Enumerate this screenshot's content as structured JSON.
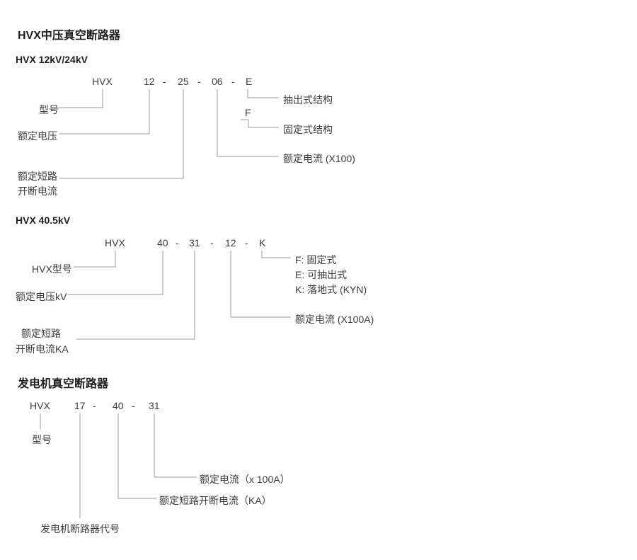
{
  "doc": {
    "title_mv": "HVX中压真空断路器",
    "title_generator": "发电机真空断路器"
  },
  "d1": {
    "heading": "HVX 12kV/24kV",
    "code": [
      "HVX",
      "12",
      "-",
      "25",
      "-",
      "06",
      "-",
      "E"
    ],
    "label_model": "型号",
    "label_voltage": "额定电压",
    "label_sc1": "额定短路",
    "label_sc2": "开断电流",
    "label_drawout": "抽出式结构",
    "label_f_code": "F",
    "label_fixed": "固定式结构",
    "label_current": "额定电流 (X100)"
  },
  "d2": {
    "heading": "HVX 40.5kV",
    "code": [
      "HVX",
      "40",
      "-",
      "31",
      "-",
      "12",
      "-",
      "K"
    ],
    "label_model": "HVX型号",
    "label_voltage": "额定电压kV",
    "label_sc1": "额定短路",
    "label_sc2": "开断电流KA",
    "label_f": "F: 固定式",
    "label_e": "E: 可抽出式",
    "label_k": "K: 落地式 (KYN)",
    "label_current": "额定电流 (X100A)"
  },
  "d3": {
    "code": [
      "HVX",
      "17",
      "-",
      "40",
      "-",
      "31"
    ],
    "label_model": "型号",
    "label_current": "额定电流（x 100A）",
    "label_sc": "额定短路开断电流（KA）",
    "label_code": "发电机断路器代号"
  }
}
